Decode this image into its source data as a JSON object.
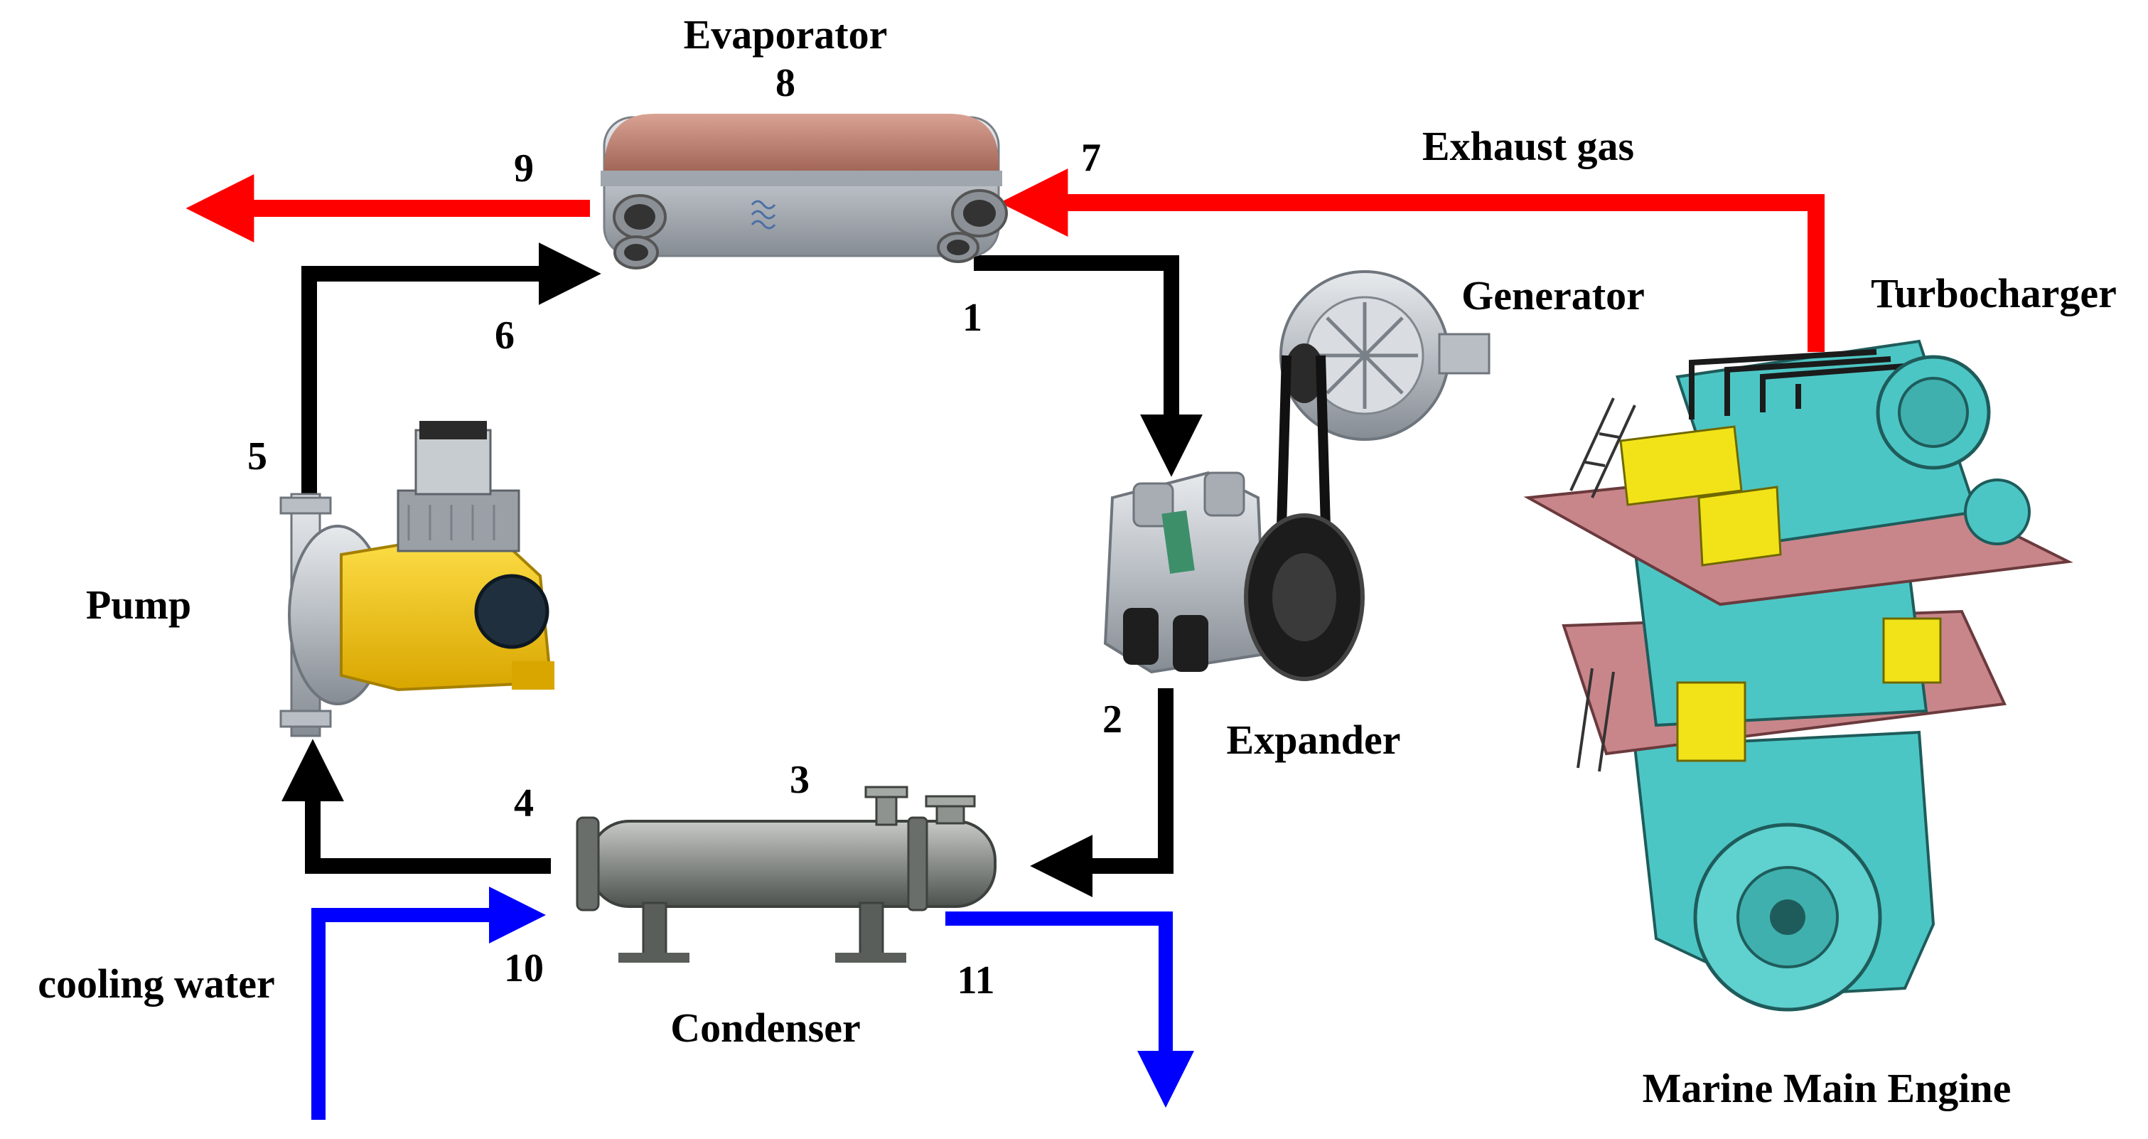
{
  "diagram": {
    "components": {
      "evaporator": "Evaporator",
      "generator": "Generator",
      "turbocharger": "Turbocharger",
      "exhaust_gas": "Exhaust gas",
      "pump": "Pump",
      "expander": "Expander",
      "condenser": "Condenser",
      "cooling_water": "cooling water",
      "engine": "Marine Main Engine"
    },
    "state_points": [
      "1",
      "2",
      "3",
      "4",
      "5",
      "6",
      "7",
      "8",
      "9",
      "10",
      "11"
    ],
    "colors": {
      "working_fluid": "#000000",
      "exhaust": "#ff0000",
      "cooling": "#0000ff",
      "engine_body": "#4cc6c4",
      "engine_platform": "#c9868a",
      "pump_body": "#f5c518",
      "evaporator_top": "#b5796a",
      "metal": "#c7ccd1"
    }
  }
}
